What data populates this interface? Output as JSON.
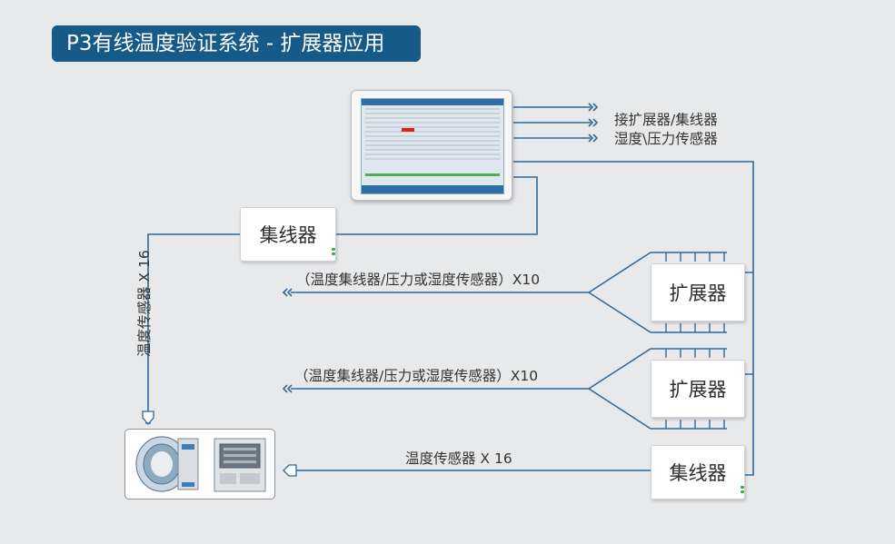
{
  "title": "P3有线温度验证系统 - 扩展器应用",
  "labels": {
    "monitor_right_1": "接扩展器/集线器",
    "monitor_right_2": "湿度\\压力传感器",
    "branch_1": "（温度集线器/压力或湿度传感器）X10",
    "branch_2": "（温度集线器/压力或湿度传感器）X10",
    "bottom": "温度传感器 X 16",
    "vertical": "温度传感器 X 16"
  },
  "nodes": {
    "hub_top": "集线器",
    "expander_1": "扩展器",
    "expander_2": "扩展器",
    "hub_bottom": "集线器"
  },
  "colors": {
    "title_bg": "#165a87",
    "wire": "#2b6aa0",
    "background": "#e8e9ea",
    "led": "#39b54a"
  },
  "icons": [
    "arrow-chevron-icon",
    "connector-plug-icon",
    "autoclave-icon",
    "freeze-dryer-icon",
    "touchscreen-monitor-icon"
  ]
}
